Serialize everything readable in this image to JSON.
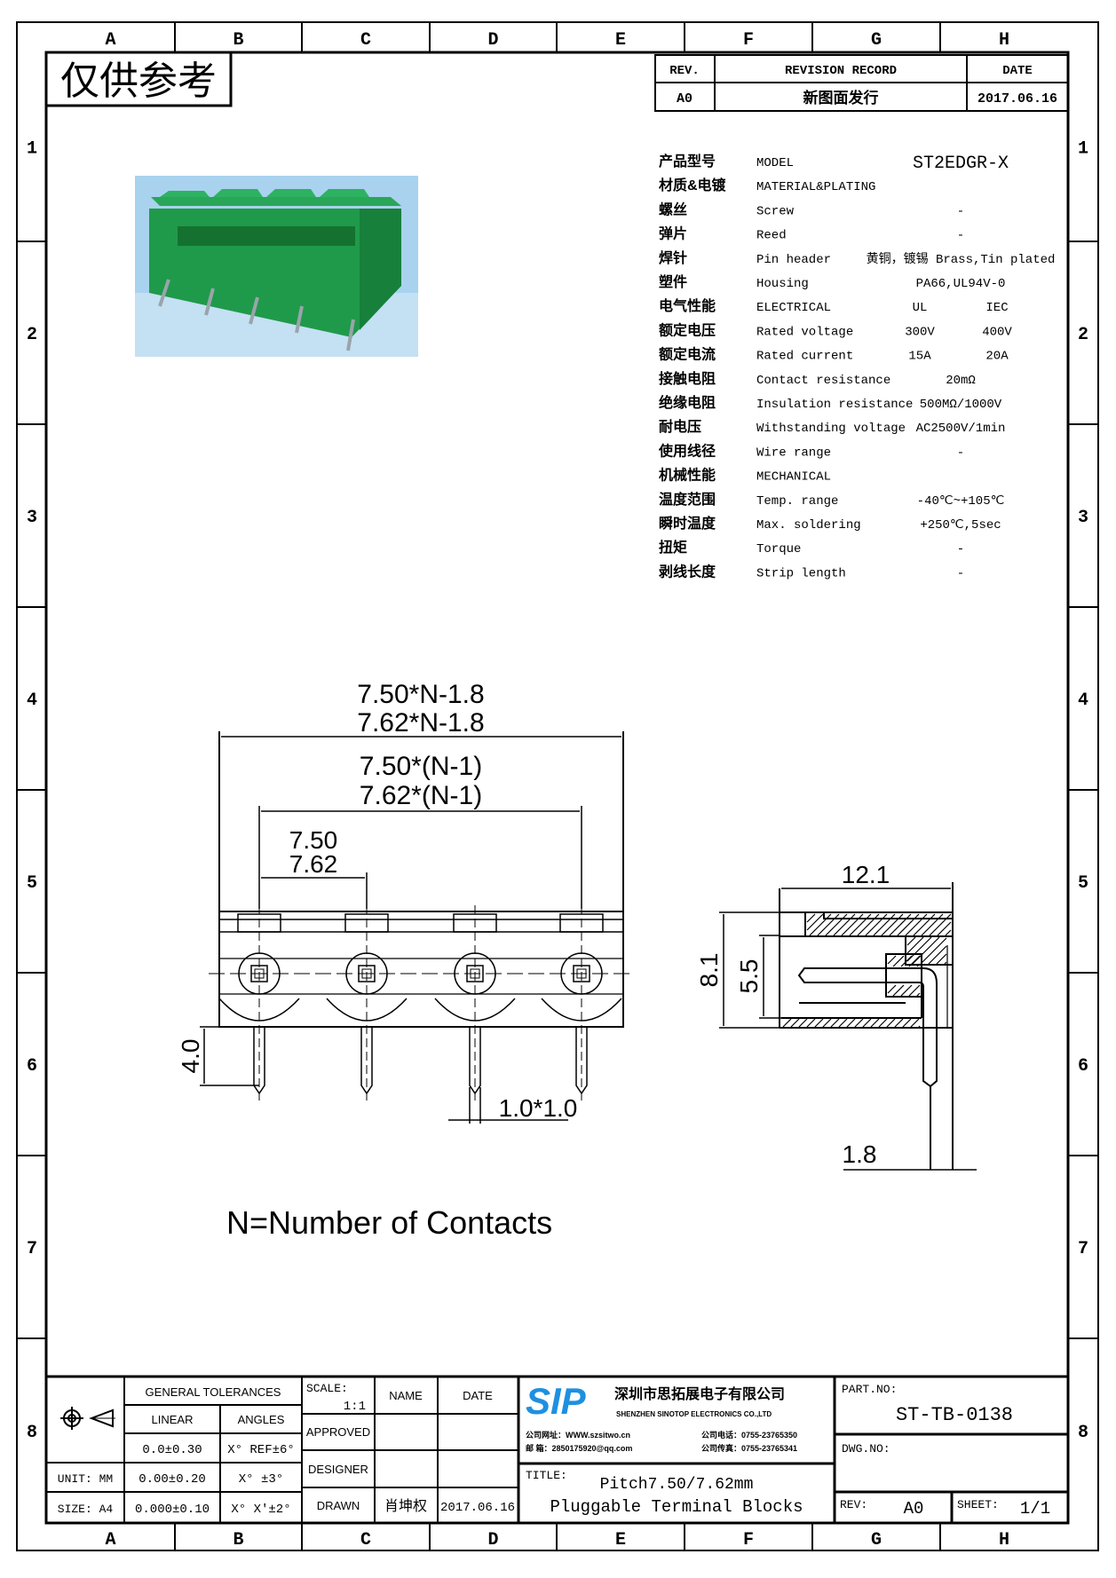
{
  "frame": {
    "columns": [
      "A",
      "B",
      "C",
      "D",
      "E",
      "F",
      "G",
      "H"
    ],
    "rows": [
      "1",
      "2",
      "3",
      "4",
      "5",
      "6",
      "7",
      "8"
    ]
  },
  "watermark": "仅供参考",
  "revision": {
    "headers": {
      "rev": "REV.",
      "record": "REVISION RECORD",
      "date": "DATE"
    },
    "entry": {
      "rev": "A0",
      "record": "新图面发行",
      "date": "2017.06.16"
    }
  },
  "specs": [
    {
      "cn": "产品型号",
      "en": "MODEL",
      "value": "ST2EDGR-X"
    },
    {
      "cn": "材质&电镀",
      "en": "MATERIAL&PLATING",
      "value": ""
    },
    {
      "cn": "螺丝",
      "en": "Screw",
      "value": "-"
    },
    {
      "cn": "弹片",
      "en": "Reed",
      "value": "-"
    },
    {
      "cn": "焊针",
      "en": "Pin header",
      "value": "黄铜，镀锡 Brass,Tin plated"
    },
    {
      "cn": "塑件",
      "en": "Housing",
      "value": "PA66,UL94V-0"
    },
    {
      "cn": "电气性能",
      "en": "ELECTRICAL",
      "ul": "UL",
      "iec": "IEC"
    },
    {
      "cn": "额定电压",
      "en": "Rated voltage",
      "ul": "300V",
      "iec": "400V"
    },
    {
      "cn": "额定电流",
      "en": "Rated current",
      "ul": "15A",
      "iec": "20A"
    },
    {
      "cn": "接触电阻",
      "en": "Contact resistance",
      "value": "20mΩ"
    },
    {
      "cn": "绝缘电阻",
      "en": "Insulation resistance",
      "value": "500MΩ/1000V"
    },
    {
      "cn": "耐电压",
      "en": "Withstanding voltage",
      "value": "AC2500V/1min"
    },
    {
      "cn": "使用线径",
      "en": "Wire range",
      "value": "-"
    },
    {
      "cn": "机械性能",
      "en": "MECHANICAL",
      "value": ""
    },
    {
      "cn": "温度范围",
      "en": "Temp. range",
      "value": "-40℃~+105℃"
    },
    {
      "cn": "瞬时温度",
      "en": "Max. soldering",
      "value": "+250℃,5sec"
    },
    {
      "cn": "扭矩",
      "en": "Torque",
      "value": "-"
    },
    {
      "cn": "剥线长度",
      "en": "Strip length",
      "value": "-"
    }
  ],
  "drawing": {
    "overall_a": "7.50*N-1.8",
    "overall_b": "7.62*N-1.8",
    "span_a": "7.50*(N-1)",
    "span_b": "7.62*(N-1)",
    "pitch_a": "7.50",
    "pitch_b": "7.62",
    "pin_length": "4.0",
    "pin_size": "1.0*1.0",
    "depth": "12.1",
    "height": "8.1",
    "opening": "5.5",
    "pin_offset": "1.8",
    "note": "N=Number of Contacts"
  },
  "title_block": {
    "general_tolerances": "GENERAL TOLERANCES",
    "linear": "LINEAR",
    "angles": "ANGLES",
    "tol_rows": [
      {
        "linear": "0.0±0.30",
        "angle": "X° REF±6°"
      },
      {
        "linear": "0.00±0.20",
        "angle": "X° ±3°"
      },
      {
        "linear": "0.000±0.10",
        "angle": "X° X'±2°"
      }
    ],
    "unit": "UNIT: MM",
    "size": "SIZE: A4",
    "scale_label": "SCALE:",
    "scale_value": "1:1",
    "name_label": "NAME",
    "date_label": "DATE",
    "approved": "APPROVED",
    "designer": "DESIGNER",
    "drawn": "DRAWN",
    "drawn_name": "肖坤权",
    "drawn_date": "2017.06.16",
    "company_logo": "SIP",
    "company_cn": "深圳市思拓展电子有限公司",
    "company_en": "SHENZHEN SINOTOP ELECTRONICS CO.,LTD",
    "contact": [
      "公司网址：WWW.szsitwo.cn",
      "邮    箱：2850175920@qq.com",
      "公司电话：0755-23765350",
      "公司传真：0755-23765341"
    ],
    "title_label": "TITLE:",
    "title_line1": "Pitch7.50/7.62mm",
    "title_line2": "Pluggable Terminal Blocks",
    "part_no_label": "PART.NO:",
    "part_no": "ST-TB-0138",
    "dwg_no_label": "DWG.NO:",
    "rev_label": "REV:",
    "rev": "A0",
    "sheet_label": "SHEET:",
    "sheet": "1/1"
  },
  "colors": {
    "logo": "#1e90e0",
    "product": "#1f9a4a",
    "photo_bg": "#a9d2ee"
  }
}
